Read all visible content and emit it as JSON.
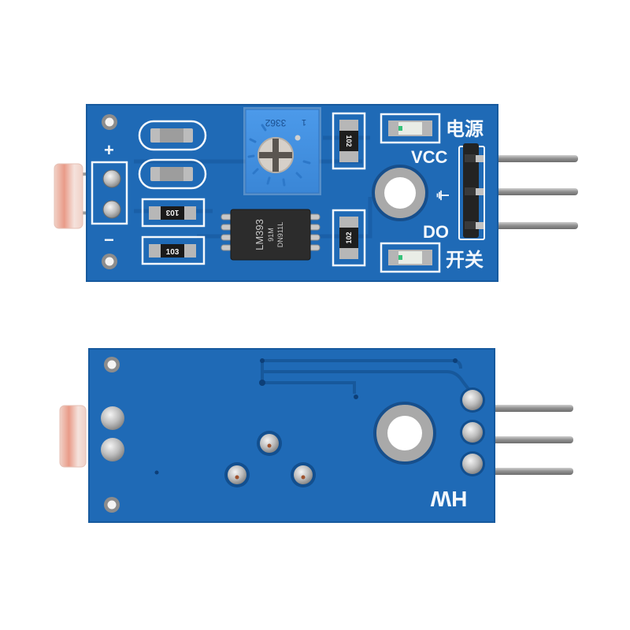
{
  "scene": {
    "description": "Photoresistor light sensor module (LM393 comparator) shown from front and back",
    "background_color": "#ffffff",
    "pcb_color": "#1f6ab6",
    "pcb_edge_color": "#175a9e",
    "silkscreen_color": "#f4f8fc"
  },
  "front_board": {
    "silkscreen": {
      "plus": "+",
      "minus": "−",
      "power_chinese": "电源",
      "vcc": "VCC",
      "gnd_symbol": "⏚",
      "do_label": "DO",
      "switch_chinese": "开关"
    },
    "potentiometer": {
      "marking": "3362",
      "pin_marker": "1",
      "color": "#3d8fe0"
    },
    "comparator_ic": {
      "line1": "LM393",
      "line2": "91M",
      "line3": "DN911L"
    },
    "resistors": [
      {
        "code": "103"
      },
      {
        "code": "103"
      }
    ],
    "small_resistors": [
      {
        "code": "102"
      },
      {
        "code": "102"
      }
    ],
    "leds": [
      {
        "name": "power-led"
      },
      {
        "name": "switch-led"
      }
    ],
    "header_pins": [
      "VCC",
      "GND",
      "DO"
    ]
  },
  "back_board": {
    "silkscreen": {
      "mark": "HW"
    },
    "header_pins": 3,
    "through_hole_pads": 3
  }
}
